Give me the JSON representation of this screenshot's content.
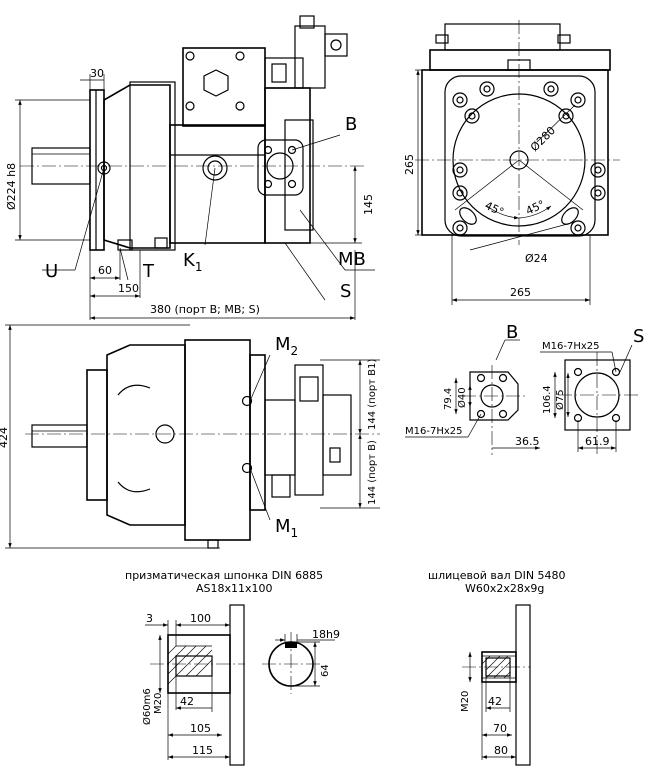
{
  "top_left_view": {
    "dim_30": "30",
    "dim_dia224": "Ø224 h8",
    "label_B": "B",
    "dim_145": "145",
    "label_U": "U",
    "label_T": "T",
    "label_K": "K",
    "label_K_sub": "1",
    "label_MB": "MB",
    "label_S": "S",
    "dim_60": "60",
    "dim_150": "150",
    "dim_380": "380 (порт B; MB; S)"
  },
  "top_right_view": {
    "dim_265_v": "265",
    "dim_dia280": "Ø280",
    "dim_45a": "45°",
    "dim_45b": "45°",
    "dim_dia24": "Ø24",
    "dim_265_h": "265"
  },
  "middle_left_view": {
    "label_M2": "M",
    "label_M2_sub": "2",
    "label_M1": "M",
    "label_M1_sub": "1",
    "dim_424": "424",
    "dim_144_b1": "144 (порт B1)",
    "dim_144_b": "144 (порт B)"
  },
  "port_B_detail": {
    "label": "B",
    "dim_79_4": "79.4",
    "dim_dia40": "Ø40",
    "dim_thread": "M16-7Hx25",
    "dim_36_5": "36.5"
  },
  "port_S_detail": {
    "label": "S",
    "dim_thread": "M16-7Hx25",
    "dim_106_4": "106.4",
    "dim_dia75": "Ø75",
    "dim_61_9": "61.9"
  },
  "key_shaft": {
    "title1": "призматическая шпонка DIN 6885",
    "title2": "AS18x11x100",
    "dim_3": "3",
    "dim_100": "100",
    "dim_dia60": "Ø60m6",
    "dim_M20": "M20",
    "dim_42": "42",
    "dim_105": "105",
    "dim_115": "115",
    "dim_18h9": "18h9",
    "dim_64": "64"
  },
  "spline_shaft": {
    "title1": "шлицевой вал DIN 5480",
    "title2": "W60x2x28x9g",
    "dim_M20": "M20",
    "dim_42": "42",
    "dim_70": "70",
    "dim_80": "80"
  }
}
